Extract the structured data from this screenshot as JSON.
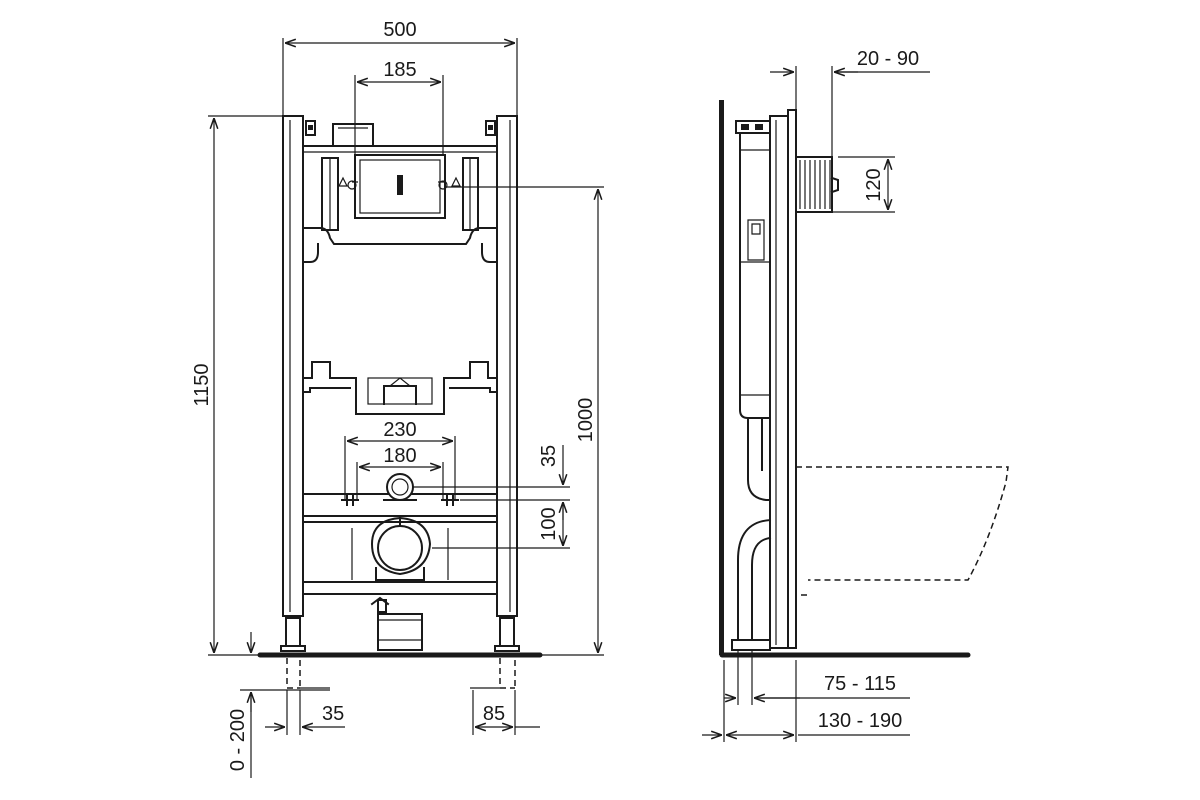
{
  "dimensions": {
    "frame_width": "500",
    "flush_plate_width": "185",
    "total_height": "1150",
    "cistern_height": "1000",
    "bolt_spacing_outer": "230",
    "bolt_spacing_inner": "180",
    "inlet_offset": "35",
    "outlet_offset": "100",
    "foot_height": "0 - 200",
    "foot_left": "35",
    "foot_right": "85",
    "wall_depth": "20 - 90",
    "inlet_height": "120",
    "frame_depth_inner": "75 - 115",
    "frame_depth_outer": "130 - 190"
  }
}
